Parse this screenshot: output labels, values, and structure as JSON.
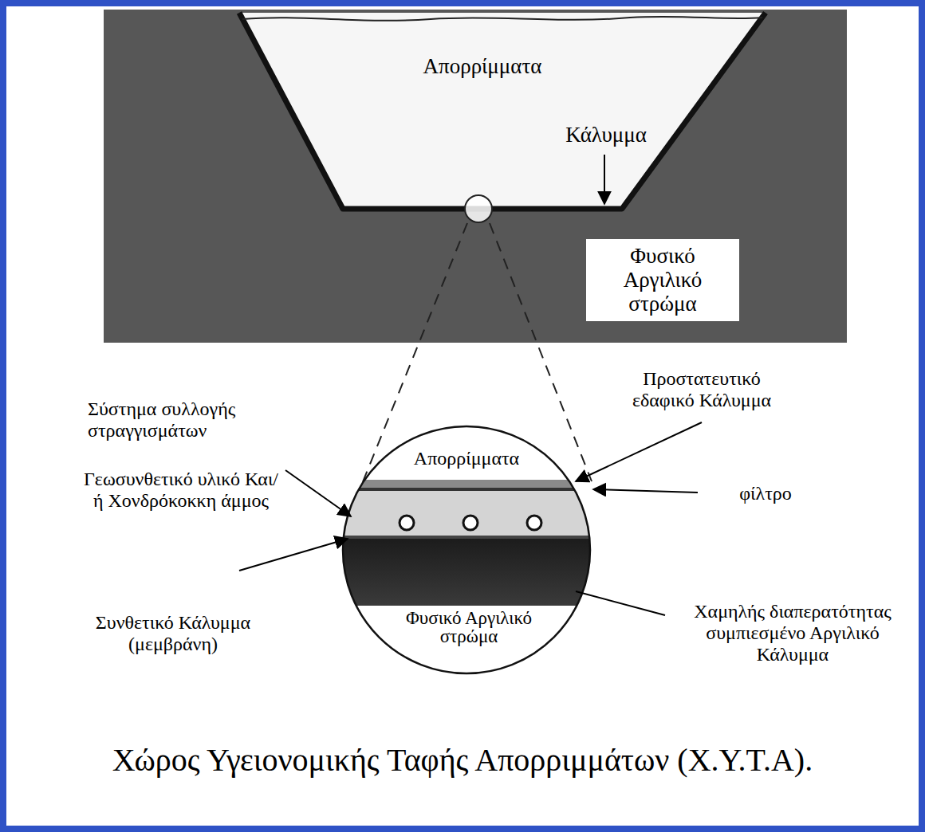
{
  "diagram": {
    "caption": "Χώρος Υγειονομικής Ταφής Απορριμμάτων (Χ.Υ.Τ.Α).",
    "labels": [
      "Απορρίμματα",
      "Κάλυμμα",
      "Φυσικό Αργιλικό στρώμα",
      "Προστατευτικό εδαφικό Κάλυμμα",
      "Σύστημα συλλογής στραγγισμάτων",
      "Απορρίμματα",
      "Γεωσυνθετικό υλικό Και/ή Χονδρόκοκκη άμμος",
      "φίλτρο",
      "Συνθετικό Κάλυμμα (μεμβράνη)",
      "Φυσικό Αργιλικό στρώμα",
      "Χαμηλής διαπερατότητας συμπιεσμένο Αργιλικό Κάλυμμα"
    ]
  }
}
